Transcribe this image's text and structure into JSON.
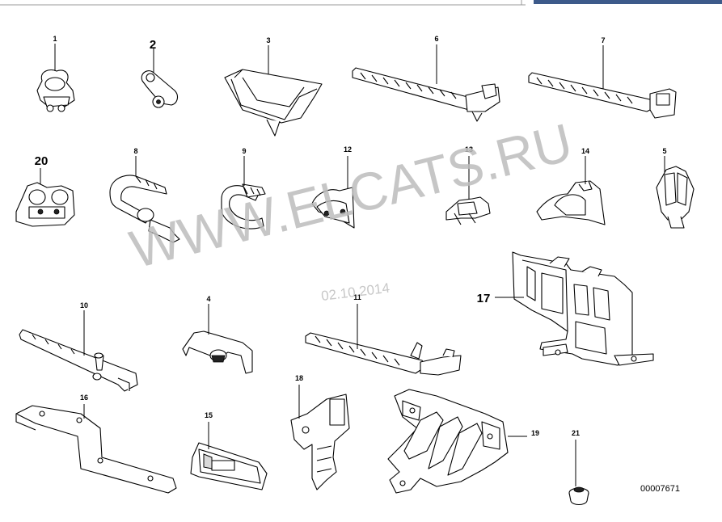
{
  "callouts": [
    {
      "id": "c1",
      "label": "1"
    },
    {
      "id": "c2",
      "label": "2"
    },
    {
      "id": "c3",
      "label": "3"
    },
    {
      "id": "c6",
      "label": "6"
    },
    {
      "id": "c7",
      "label": "7"
    },
    {
      "id": "c20",
      "label": "20"
    },
    {
      "id": "c8",
      "label": "8"
    },
    {
      "id": "c9",
      "label": "9"
    },
    {
      "id": "c12",
      "label": "12"
    },
    {
      "id": "c13",
      "label": "13"
    },
    {
      "id": "c14",
      "label": "14"
    },
    {
      "id": "c5",
      "label": "5"
    },
    {
      "id": "c17",
      "label": "17"
    },
    {
      "id": "c10",
      "label": "10"
    },
    {
      "id": "c4",
      "label": "4"
    },
    {
      "id": "c11",
      "label": "11"
    },
    {
      "id": "c16",
      "label": "16"
    },
    {
      "id": "c15",
      "label": "15"
    },
    {
      "id": "c18",
      "label": "18"
    },
    {
      "id": "c19",
      "label": "19"
    },
    {
      "id": "c21",
      "label": "21"
    }
  ],
  "watermark": "WWW.ELCATS.RU",
  "date_stamp": "02.10.2014",
  "drawing_number": "00007671"
}
